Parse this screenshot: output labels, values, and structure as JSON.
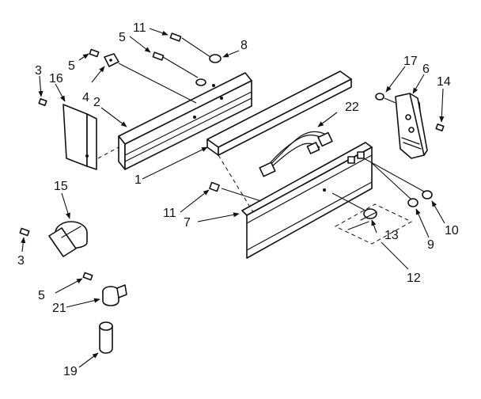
{
  "callouts": {
    "c1": "1",
    "c2": "2",
    "c3a": "3",
    "c3b": "3",
    "c4": "4",
    "c5a": "5",
    "c5b": "5",
    "c5c": "5",
    "c6": "6",
    "c7": "7",
    "c8": "8",
    "c9": "9",
    "c10": "10",
    "c11a": "11",
    "c11b": "11",
    "c12": "12",
    "c13": "13",
    "c14": "14",
    "c15": "15",
    "c16": "16",
    "c17": "17",
    "c19": "19",
    "c21": "21",
    "c22": "22"
  }
}
